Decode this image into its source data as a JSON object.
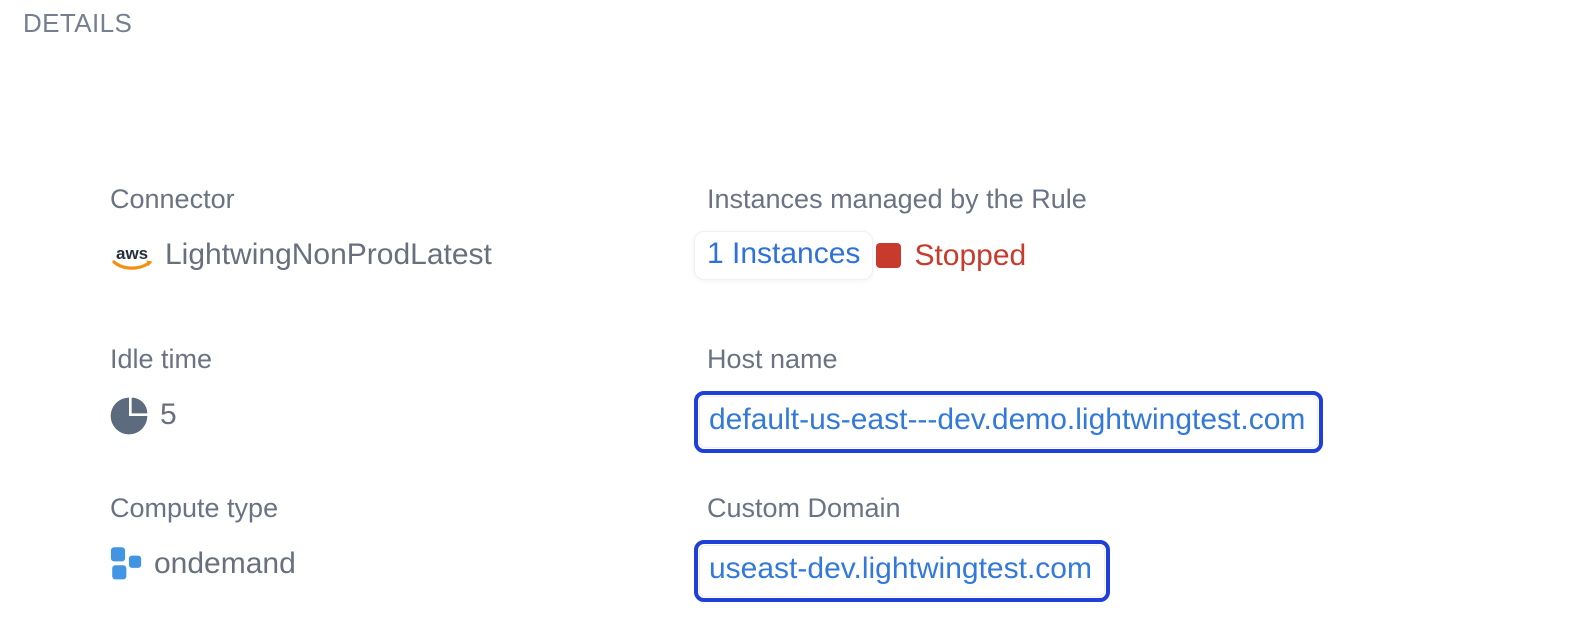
{
  "title": "DETAILS",
  "connector": {
    "label": "Connector",
    "value": "LightwingNonProdLatest",
    "icon": "aws-logo-icon",
    "aws_text": "aws"
  },
  "instances": {
    "label": "Instances managed by the Rule",
    "count_link": "1 Instances",
    "status": "Stopped",
    "status_icon": "stopped-square-icon"
  },
  "idle_time": {
    "label": "Idle time",
    "value": "5",
    "icon": "pie-chart-icon"
  },
  "host_name": {
    "label": "Host name",
    "value": "default-us-east---dev.demo.lightwingtest.com"
  },
  "compute_type": {
    "label": "Compute type",
    "value": "ondemand",
    "icon": "blocks-icon"
  },
  "custom_domain": {
    "label": "Custom Domain",
    "value": "useast-dev.lightwingtest.com"
  },
  "colors": {
    "link_blue": "#2e72d9",
    "focus_border_blue": "#1e3fd8",
    "status_red": "#c83a2b",
    "label_gray": "#6a7383",
    "value_gray": "#686f7d",
    "aws_navy": "#252f3e",
    "aws_orange": "#f29111",
    "pie_slate": "#5c6c7e",
    "block_blue": "#4295e2"
  }
}
